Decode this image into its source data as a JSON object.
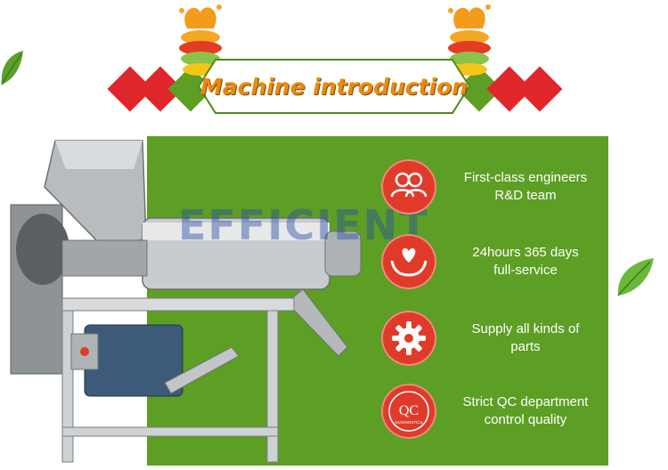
{
  "header": {
    "title": "Machine introduction",
    "accent_color": "#e98a10",
    "diamond_color": "#e0262a",
    "frame_color": "#4e8a18"
  },
  "watermark": {
    "text": "EFFICIENT",
    "color": "#2850a0"
  },
  "panel": {
    "background": "#5d9e24"
  },
  "features": [
    {
      "icon": "team-icon",
      "line1": "First-class engineers",
      "line2": "R&D team"
    },
    {
      "icon": "heart-hands-icon",
      "line1": "24hours 365 days",
      "line2": "full-service"
    },
    {
      "icon": "gear-icon",
      "line1": "Supply all kinds of",
      "line2": "parts"
    },
    {
      "icon": "qc-badge-icon",
      "line1": "Strict QC  department",
      "line2": "control quality",
      "badge_main": "QC",
      "badge_sub": "DIAGNOSTICS"
    }
  ]
}
